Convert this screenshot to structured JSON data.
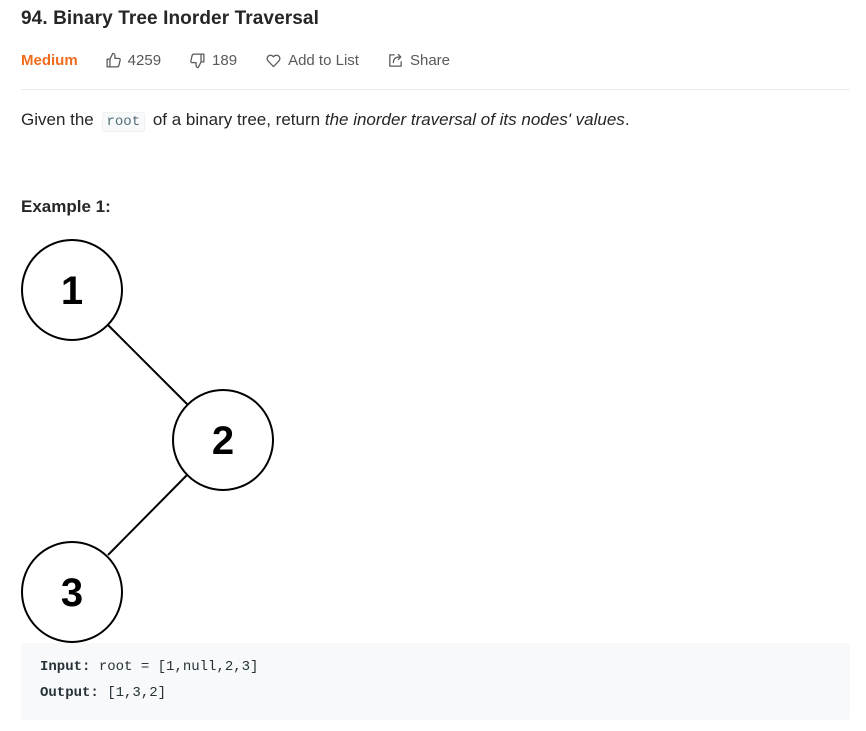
{
  "problem": {
    "title": "94. Binary Tree Inorder Traversal",
    "difficulty": "Medium",
    "likes": "4259",
    "dislikes": "189",
    "add_to_list": "Add to List",
    "share": "Share"
  },
  "description": {
    "prefix": "Given the",
    "code": "root",
    "middle": "of a binary tree, return",
    "emphasis": "the inorder traversal of its nodes' values",
    "suffix": "."
  },
  "example": {
    "heading": "Example 1:",
    "nodes": [
      "1",
      "2",
      "3"
    ],
    "input_label": "Input:",
    "input_value": "root = [1,null,2,3]",
    "output_label": "Output:",
    "output_value": "[1,3,2]"
  },
  "colors": {
    "difficulty": "#ef6c1e",
    "text": "#262626",
    "muted": "#595959",
    "code_bg": "#f7f9fa"
  }
}
